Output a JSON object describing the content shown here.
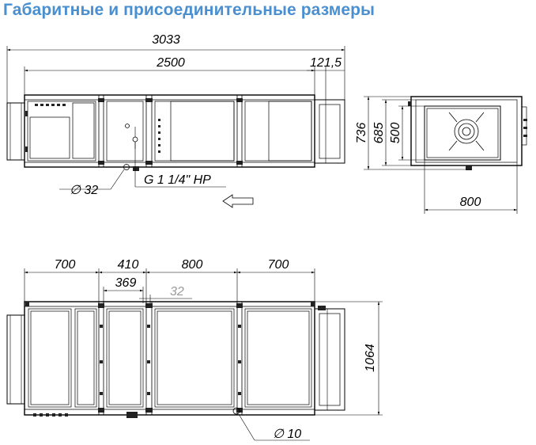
{
  "title": "Габаритные и присоединительные размеры",
  "dimensions": {
    "total_length": "3033",
    "body_length": "2500",
    "flange_offset": "121,5",
    "height_total": "736",
    "height_body": "685",
    "height_duct": "500",
    "width_duct": "800",
    "drain_diameter": "∅ 32",
    "pipe_thread": "G 1 1/4\" HP",
    "section_1": "700",
    "section_2": "410",
    "section_3": "800",
    "section_4": "700",
    "sub_369": "369",
    "sub_32": "32",
    "width_total": "1064",
    "hole_diameter": "∅ 10"
  },
  "colors": {
    "title": "#4a8fd0",
    "secondary_dim": "#9a9a9a"
  }
}
